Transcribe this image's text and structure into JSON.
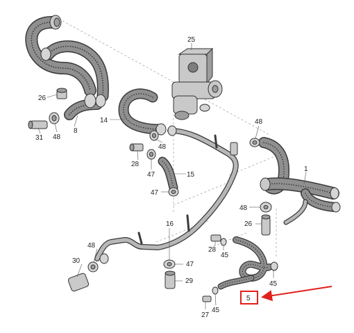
{
  "labels": {
    "l1": "1",
    "l5": "5",
    "l8": "8",
    "l14": "14",
    "l15": "15",
    "l16": "16",
    "l25": "25",
    "l26a": "26",
    "l26b": "26",
    "l27": "27",
    "l28a": "28",
    "l28b": "28",
    "l29": "29",
    "l30": "30",
    "l31": "31",
    "l45a": "45",
    "l45b": "45",
    "l45c": "45",
    "l47a": "47",
    "l47b": "47",
    "l47c": "47",
    "l48a": "48",
    "l48b": "48",
    "l48c": "48",
    "l48d": "48",
    "l48e": "48"
  },
  "highlight": {
    "part": "5",
    "box_color": "#e0201b",
    "arrow_color": "#e0201b"
  }
}
